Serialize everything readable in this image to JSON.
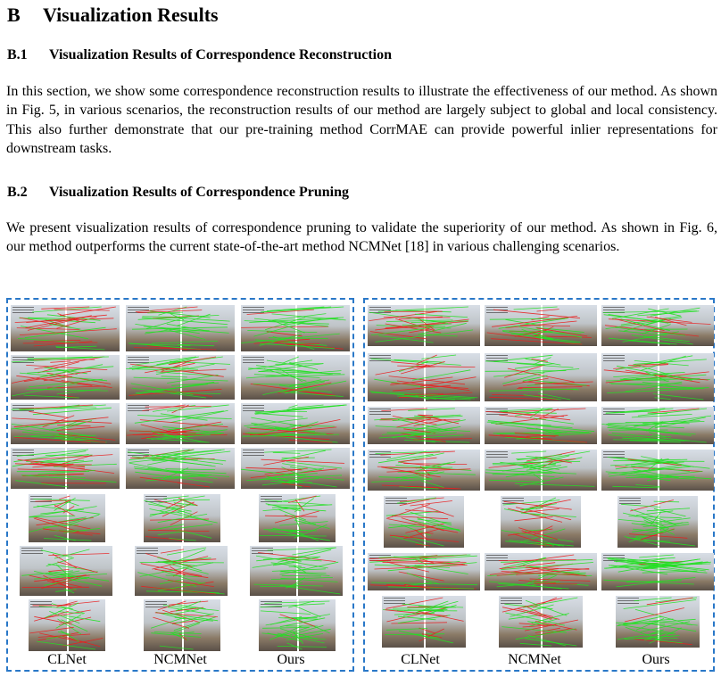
{
  "section": {
    "number": "B",
    "title": "Visualization Results"
  },
  "sub1": {
    "number": "B.1",
    "title": "Visualization Results of Correspondence Reconstruction",
    "text": "In this section, we show some correspondence reconstruction results to illustrate the effectiveness of our method. As shown in Fig. 5, in various scenarios, the reconstruction results of our method are largely subject to global and local consistency. This also further demonstrate that our pre-training method CorrMAE can provide powerful inlier representations for downstream tasks."
  },
  "sub2": {
    "number": "B.2",
    "title": "Visualization Results of Correspondence Pruning",
    "text": "We present visualization results of correspondence pruning to validate the superiority of our method. As shown in Fig. 6, our method outperforms the current state-of-the-art method NCMNet [18] in various challenging scenarios."
  },
  "figure": {
    "column_labels": [
      "CLNet",
      "NCMNet",
      "Ours"
    ],
    "colors": {
      "inlier": "#22e022",
      "outlier": "#e82020",
      "border": "#2a78c8"
    }
  }
}
